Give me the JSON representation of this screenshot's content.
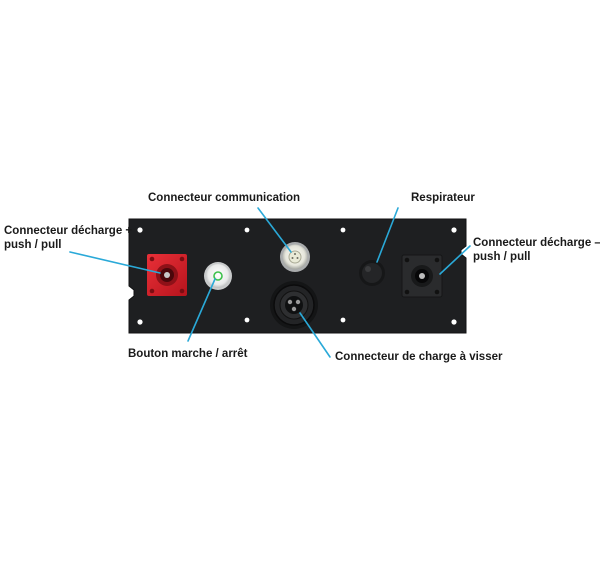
{
  "labels": {
    "discharge_plus": {
      "line1": "Connecteur décharge +",
      "line2": "push / pull"
    },
    "communication": "Connecteur communication",
    "breather": "Respirateur",
    "discharge_minus": {
      "line1": "Connecteur décharge –",
      "line2": "push / pull"
    },
    "power_button": "Bouton marche / arrêt",
    "charge_connector": "Connecteur de charge à visser"
  },
  "colors": {
    "panel": "#1e1f21",
    "leader_line": "#2aa9d8",
    "plus_connector": "#d8202a",
    "minus_connector": "#2a2b2d",
    "button_led": "#3cc04a"
  }
}
